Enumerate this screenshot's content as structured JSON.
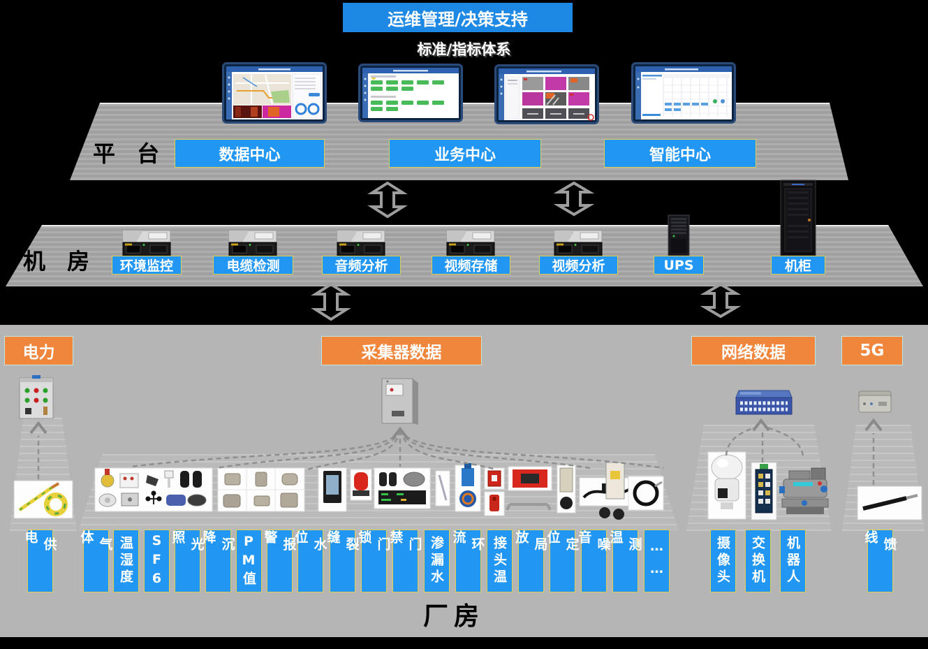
{
  "header": {
    "banner": "运维管理/决策支持",
    "subtitle": "标准/指标体系"
  },
  "monitors": [
    {
      "name": "map-monitoring-screen"
    },
    {
      "name": "business-dashboard-screen"
    },
    {
      "name": "thermal-gallery-screen"
    },
    {
      "name": "schedule-calendar-screen"
    }
  ],
  "platform": {
    "label": "平 台",
    "buttons": [
      {
        "label": "数据中心"
      },
      {
        "label": "业务中心"
      },
      {
        "label": "智能中心"
      }
    ]
  },
  "machine_room": {
    "label": "机 房",
    "items": [
      {
        "label": "环境监控",
        "icon": "rack-server-icon"
      },
      {
        "label": "电缆检测",
        "icon": "rack-server-icon"
      },
      {
        "label": "音频分析",
        "icon": "rack-server-icon"
      },
      {
        "label": "视频存储",
        "icon": "rack-server-icon"
      },
      {
        "label": "视频分析",
        "icon": "rack-server-icon"
      },
      {
        "label": "UPS",
        "icon": "ups-tower-icon"
      },
      {
        "label": "机柜",
        "icon": "server-cabinet-icon"
      }
    ]
  },
  "field": {
    "power": {
      "header": "电力",
      "device_icons": [
        "power-distribution-box-icon",
        "grounding-cable-icon"
      ],
      "sensors": [
        "供电"
      ]
    },
    "collector": {
      "header": "采集器数据",
      "device_icons": [
        "data-collector-box-icon",
        "sensor-photo-strip"
      ],
      "sensors": [
        "气体",
        "温湿度",
        "SF6",
        "光照",
        "沉降",
        "PM值",
        "报警",
        "水位",
        "裂缝",
        "门锁",
        "门禁",
        "渗漏水",
        "环流",
        "接头温",
        "局放",
        "定位",
        "噪音",
        "测温",
        "……"
      ]
    },
    "network": {
      "header": "网络数据",
      "device_icons": [
        "network-switch-icon",
        "dome-camera-icon",
        "industrial-switch-icon",
        "inspection-robot-icon"
      ],
      "sensors": [
        "摄像头",
        "交换机",
        "机器人"
      ]
    },
    "five_g": {
      "header": "5G",
      "device_icons": [
        "5g-terminal-icon",
        "feeder-cable-icon"
      ],
      "sensors": [
        "馈线"
      ]
    },
    "footer": "厂房"
  },
  "colors": {
    "blue_accent": "#2196F3",
    "banner_blue": "#1E88E5",
    "orange_accent": "#F0863C",
    "slab_gray": "#A8A8A8",
    "field_gray": "#B5B5B5",
    "background": "#000000",
    "label_border_yellow": "#E0CF52"
  }
}
